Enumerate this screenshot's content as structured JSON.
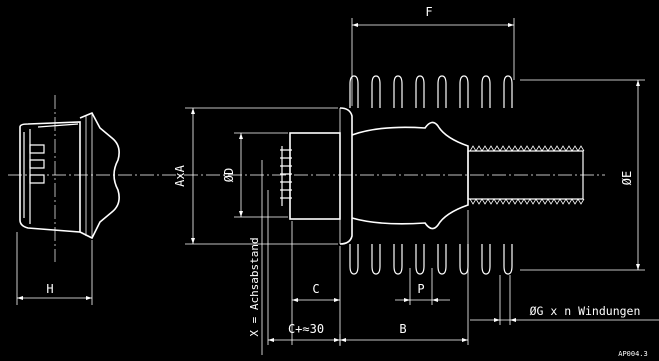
{
  "labels": {
    "F": "F",
    "AxA": "AxA",
    "D": "ØD",
    "E": "ØE",
    "H": "H",
    "C": "C",
    "P": "P",
    "C30": "C+≈30",
    "B": "B",
    "X": "X = Achsabstand",
    "G": "ØG x n Windungen",
    "code": "AP004.3"
  }
}
